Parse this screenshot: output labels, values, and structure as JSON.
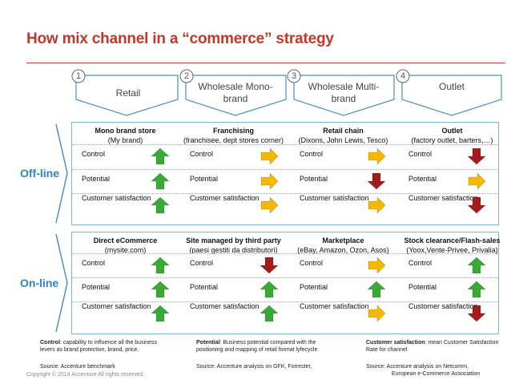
{
  "title": "How mix channel in a “commerce” strategy",
  "colors": {
    "up": "#3aa935",
    "side": "#f5b800",
    "down": "#a31b1b",
    "accent": "#2e86c1",
    "title": "#c0392b"
  },
  "channels": [
    {
      "num": "1",
      "name": "Retail"
    },
    {
      "num": "2",
      "name": "Wholesale Mono-brand"
    },
    {
      "num": "3",
      "name": "Wholesale Multi-brand"
    },
    {
      "num": "4",
      "name": "Outlet"
    }
  ],
  "offline": {
    "label": "Off-line",
    "headers": [
      {
        "title": "Mono brand store",
        "sub": "(My brand)"
      },
      {
        "title": "Franchising",
        "sub": "(franchisee, dept stores corner)"
      },
      {
        "title": "Retail chain",
        "sub": "(Dixons, John Lewis, Tesco)"
      },
      {
        "title": "Outlet",
        "sub": "(factory outlet, barters,…)"
      }
    ],
    "metrics": [
      "Control",
      "Potential",
      "Customer satisfaction"
    ],
    "arrows": [
      [
        "up",
        "side",
        "side",
        "down"
      ],
      [
        "up",
        "side",
        "down",
        "side"
      ],
      [
        "up",
        "side",
        "side",
        "down"
      ]
    ]
  },
  "online": {
    "label": "On-line",
    "headers": [
      {
        "title": "Direct eCommerce",
        "sub": "(mysite.com)"
      },
      {
        "title": "Site managed by third party",
        "sub": "(paesi gestiti da distributori)"
      },
      {
        "title": "Marketplace",
        "sub": "(eBay, Amazon, Ozon, Asos)"
      },
      {
        "title": "Stock clearance/Flash-sales",
        "sub": "(Yoox,Vente-Privee, Privalia)"
      }
    ],
    "metrics": [
      "Control",
      "Potential",
      "Customer satisfaction"
    ],
    "arrows": [
      [
        "up",
        "down",
        "side",
        "up"
      ],
      [
        "up",
        "up",
        "up",
        "up"
      ],
      [
        "up",
        "up",
        "side",
        "down"
      ]
    ]
  },
  "notes": {
    "control_term": "Control",
    "control_text": ": capability to influence all the business levers as brand protection, brand, price.",
    "control_source": "Source: Accenture benchmark",
    "potential_term": "Potential",
    "potential_text": ": Business potential compared with the positioning and mapping of retail format lyfecycle",
    "potential_source": "Source: Accenture analysis on GFK, Forrester,",
    "satisfaction_term": "Customer satisfaction",
    "satisfaction_text": ": mean Customer Satisfaction Rate for channel",
    "satisfaction_source": "Source: Accenture analysis on Netcomm,",
    "satisfaction_source2": "European e-Commerce Association"
  },
  "copyright": "Copyright © 2014 Accenture  All rights reserved."
}
